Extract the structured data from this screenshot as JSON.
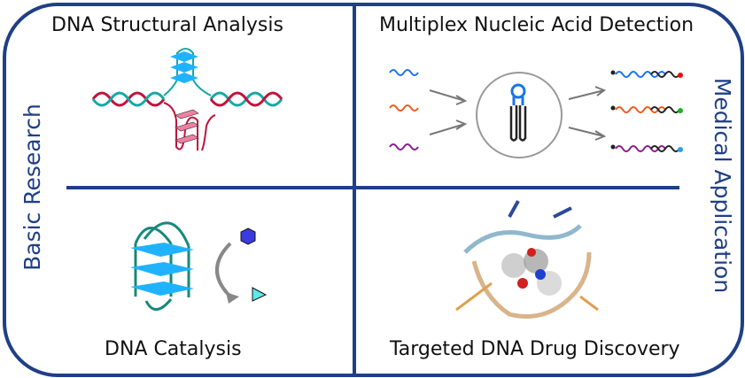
{
  "quadrants": {
    "top_left": "DNA Structural Analysis",
    "top_right": "Multiplex Nucleic Acid Detection",
    "bottom_left": "DNA Catalysis",
    "bottom_right": "Targeted DNA Drug Discovery"
  },
  "side_labels": {
    "left": "Basic Research",
    "right": "Medical Application"
  },
  "colors": {
    "frame": "#1f3f86",
    "cyan": "#1fb3ff",
    "red": "#c0143c",
    "teal": "#17a8a8"
  }
}
